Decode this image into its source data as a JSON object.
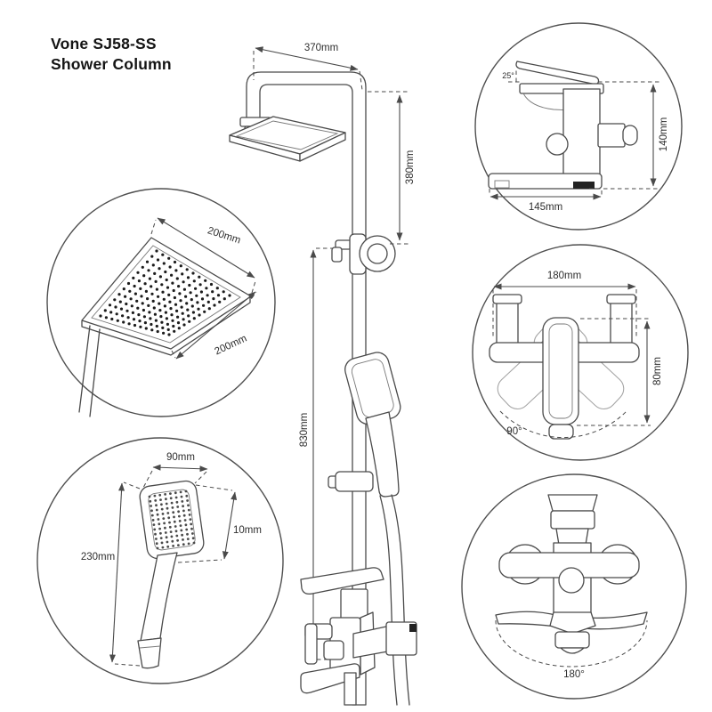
{
  "title": {
    "line1": "Vone SJ58-SS",
    "line2": "Shower Column"
  },
  "colors": {
    "line": "#4a4a4a",
    "title": "#141414",
    "background": "#ffffff"
  },
  "main_view": {
    "dims": {
      "arm_width": "370mm",
      "upper_height": "380mm",
      "bar_height": "830mm"
    }
  },
  "details": {
    "head": {
      "dims": {
        "side_a": "200mm",
        "side_b": "200mm"
      }
    },
    "hand_shower": {
      "dims": {
        "width": "90mm",
        "depth": "10mm",
        "length": "230mm"
      }
    },
    "mixer_side": {
      "dims": {
        "handle_angle": "25°",
        "height": "140mm",
        "depth": "145mm"
      }
    },
    "mixer_top": {
      "dims": {
        "width": "180mm",
        "body_depth": "80mm",
        "spout_swivel": "90°"
      }
    },
    "mixer_front": {
      "dims": {
        "spout_swivel": "180°"
      }
    }
  }
}
